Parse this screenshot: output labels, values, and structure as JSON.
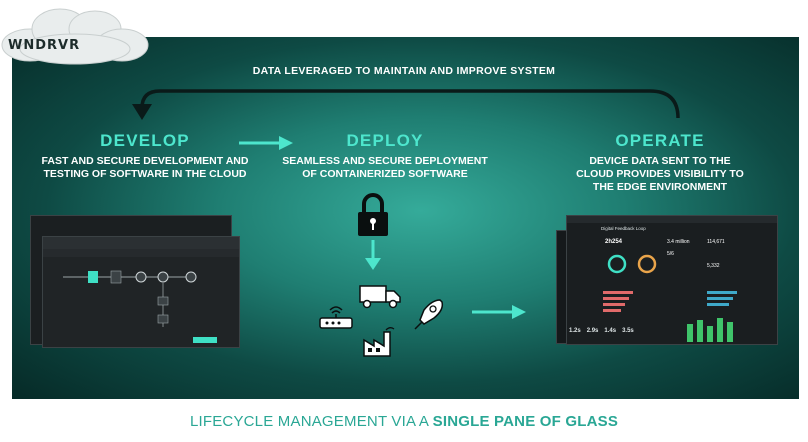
{
  "logo": "WNDRVR",
  "top_label": "DATA LEVERAGED TO MAINTAIN AND IMPROVE SYSTEM",
  "phases": [
    {
      "title": "DEVELOP",
      "description": "FAST AND SECURE DEVELOPMENT AND TESTING OF SOFTWARE IN THE CLOUD"
    },
    {
      "title": "DEPLOY",
      "description": "SEAMLESS AND SECURE DEPLOYMENT OF CONTAINERIZED SOFTWARE"
    },
    {
      "title": "OPERATE",
      "description": "DEVICE DATA SENT TO THE CLOUD PROVIDES VISIBILITY TO THE EDGE ENVIRONMENT"
    }
  ],
  "footer": {
    "prefix": "LIFECYCLE MANAGEMENT VIA A ",
    "emphasis": "SINGLE PANE OF GLASS"
  },
  "dashboard": {
    "title": "Digital Feedback Loop",
    "metrics": [
      "2h254",
      "3.4 million",
      "114,671",
      "5/6",
      "5,332"
    ],
    "tiles": [
      "1.2s",
      "2.9s",
      "1.4s",
      "3.5s"
    ]
  },
  "colors": {
    "accent": "#4de6cd",
    "panel": "#1f7e72",
    "footer_text": "#2aa795"
  }
}
